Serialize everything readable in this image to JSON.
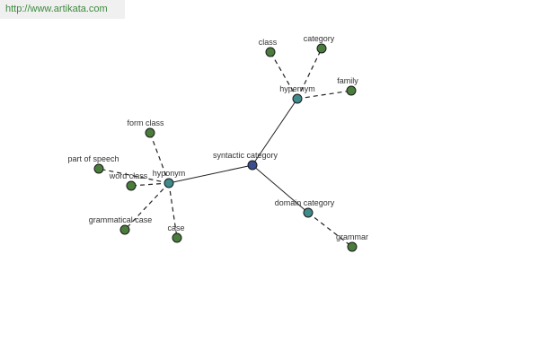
{
  "watermark": {
    "text": "http://www.artikata.com"
  },
  "colors": {
    "root": "#3b4d8c",
    "hub": "#3f8a8a",
    "leaf": "#4a7d3b",
    "edge": "#222222"
  },
  "graph": {
    "nodes": [
      {
        "id": "syntactic-category",
        "label": "syntactic category",
        "kind": "root"
      },
      {
        "id": "hypernym",
        "label": "hypernym",
        "kind": "hub"
      },
      {
        "id": "hyponym",
        "label": "hyponym",
        "kind": "hub"
      },
      {
        "id": "domain-category",
        "label": "domain category",
        "kind": "hub"
      },
      {
        "id": "class",
        "label": "class",
        "kind": "leaf"
      },
      {
        "id": "category",
        "label": "category",
        "kind": "leaf"
      },
      {
        "id": "family",
        "label": "family",
        "kind": "leaf"
      },
      {
        "id": "form-class",
        "label": "form class",
        "kind": "leaf"
      },
      {
        "id": "part-of-speech",
        "label": "part of speech",
        "kind": "leaf"
      },
      {
        "id": "word-class",
        "label": "word class",
        "kind": "leaf"
      },
      {
        "id": "grammatical-case",
        "label": "grammatical case",
        "kind": "leaf"
      },
      {
        "id": "case",
        "label": "case",
        "kind": "leaf"
      },
      {
        "id": "grammar",
        "label": "grammar",
        "kind": "leaf"
      }
    ],
    "edges": [
      {
        "from": "syntactic-category",
        "to": "hypernym",
        "style": "solid"
      },
      {
        "from": "syntactic-category",
        "to": "hyponym",
        "style": "solid"
      },
      {
        "from": "syntactic-category",
        "to": "domain-category",
        "style": "solid"
      },
      {
        "from": "hypernym",
        "to": "class",
        "style": "dashed"
      },
      {
        "from": "hypernym",
        "to": "category",
        "style": "dashed"
      },
      {
        "from": "hypernym",
        "to": "family",
        "style": "dashed"
      },
      {
        "from": "hyponym",
        "to": "form-class",
        "style": "dashed"
      },
      {
        "from": "hyponym",
        "to": "part-of-speech",
        "style": "dashed"
      },
      {
        "from": "hyponym",
        "to": "word-class",
        "style": "dashed"
      },
      {
        "from": "hyponym",
        "to": "grammatical-case",
        "style": "dashed"
      },
      {
        "from": "hyponym",
        "to": "case",
        "style": "dashed"
      },
      {
        "from": "domain-category",
        "to": "grammar",
        "style": "dashed"
      }
    ]
  }
}
